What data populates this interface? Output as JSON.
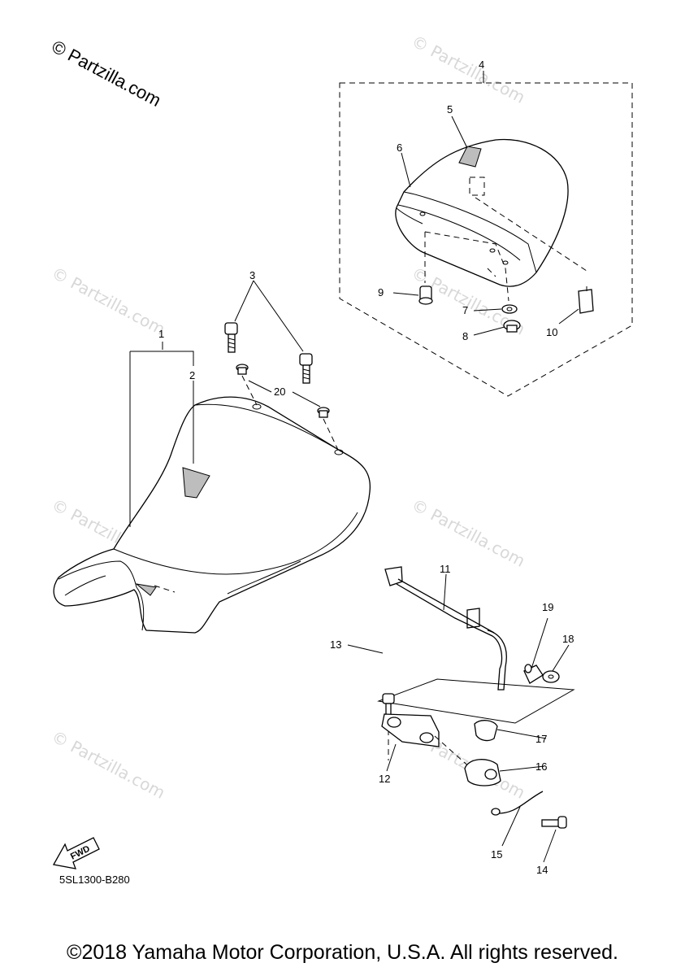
{
  "watermark": {
    "main": "© Partzilla.com",
    "faint": "© Partzilla.com"
  },
  "callouts": [
    "1",
    "2",
    "3",
    "4",
    "5",
    "6",
    "7",
    "8",
    "9",
    "10",
    "11",
    "12",
    "13",
    "14",
    "15",
    "16",
    "17",
    "18",
    "19",
    "20"
  ],
  "diagram_code": "5SL1300-B280",
  "fwd_label": "FWD",
  "copyright": "©2018 Yamaha Motor Corporation, U.S.A. All rights reserved."
}
